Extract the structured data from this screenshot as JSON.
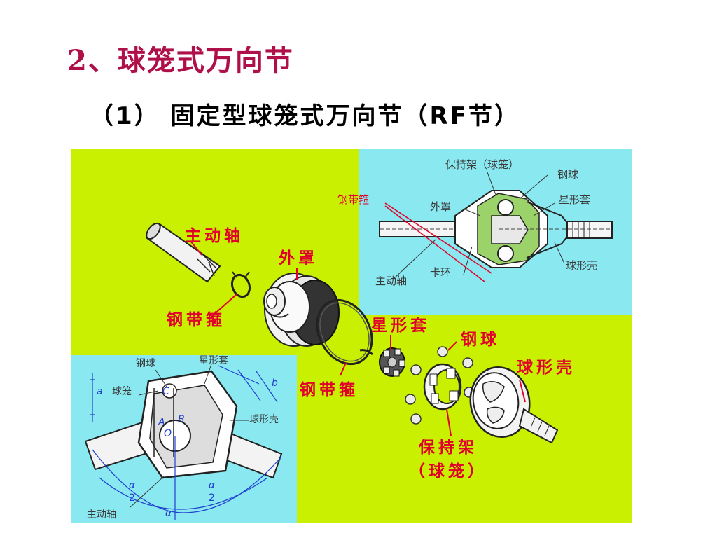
{
  "slide": {
    "title": "2、球笼式万向节",
    "subtitle": "（1） 固定型球笼式万向节（RF节）"
  },
  "colors": {
    "title": "#b0104a",
    "subtitle": "#000000",
    "figure_bg": "#c8f000",
    "inset_bg": "#8ae8f0",
    "label_red": "#e0002a",
    "label_gray": "#3a3a3a",
    "dim_blue": "#1f3fd0"
  },
  "exploded_view": {
    "drive_shaft": "主动轴",
    "outer_boot": "外罩",
    "clamp_band_left": "钢带箍",
    "clamp_band_right": "钢带箍",
    "inner_race": "星形套",
    "steel_ball": "钢球",
    "outer_race": "球形壳",
    "cage_line1": "保持架",
    "cage_line2": "（球笼）"
  },
  "section_view": {
    "cage": "保持架（球笼）",
    "steel_ball": "钢球",
    "clamp_band": "钢带箍",
    "outer_boot": "外罩",
    "inner_race": "星形套",
    "drive_shaft": "主动轴",
    "snap_ring": "卡环",
    "outer_race": "球形壳"
  },
  "geometry_view": {
    "steel_ball": "钢球",
    "inner_race": "星形套",
    "cage": "球笼",
    "outer_race": "球形壳",
    "drive_shaft": "主动轴",
    "dim_a": "a",
    "dim_b": "b",
    "point_c": "C",
    "point_a": "A",
    "point_b": "B",
    "point_o": "O",
    "angle_half_num_left": "α",
    "angle_half_den_left": "2",
    "angle_half_num_right": "α",
    "angle_half_den_right": "2",
    "angle_full": "α"
  }
}
